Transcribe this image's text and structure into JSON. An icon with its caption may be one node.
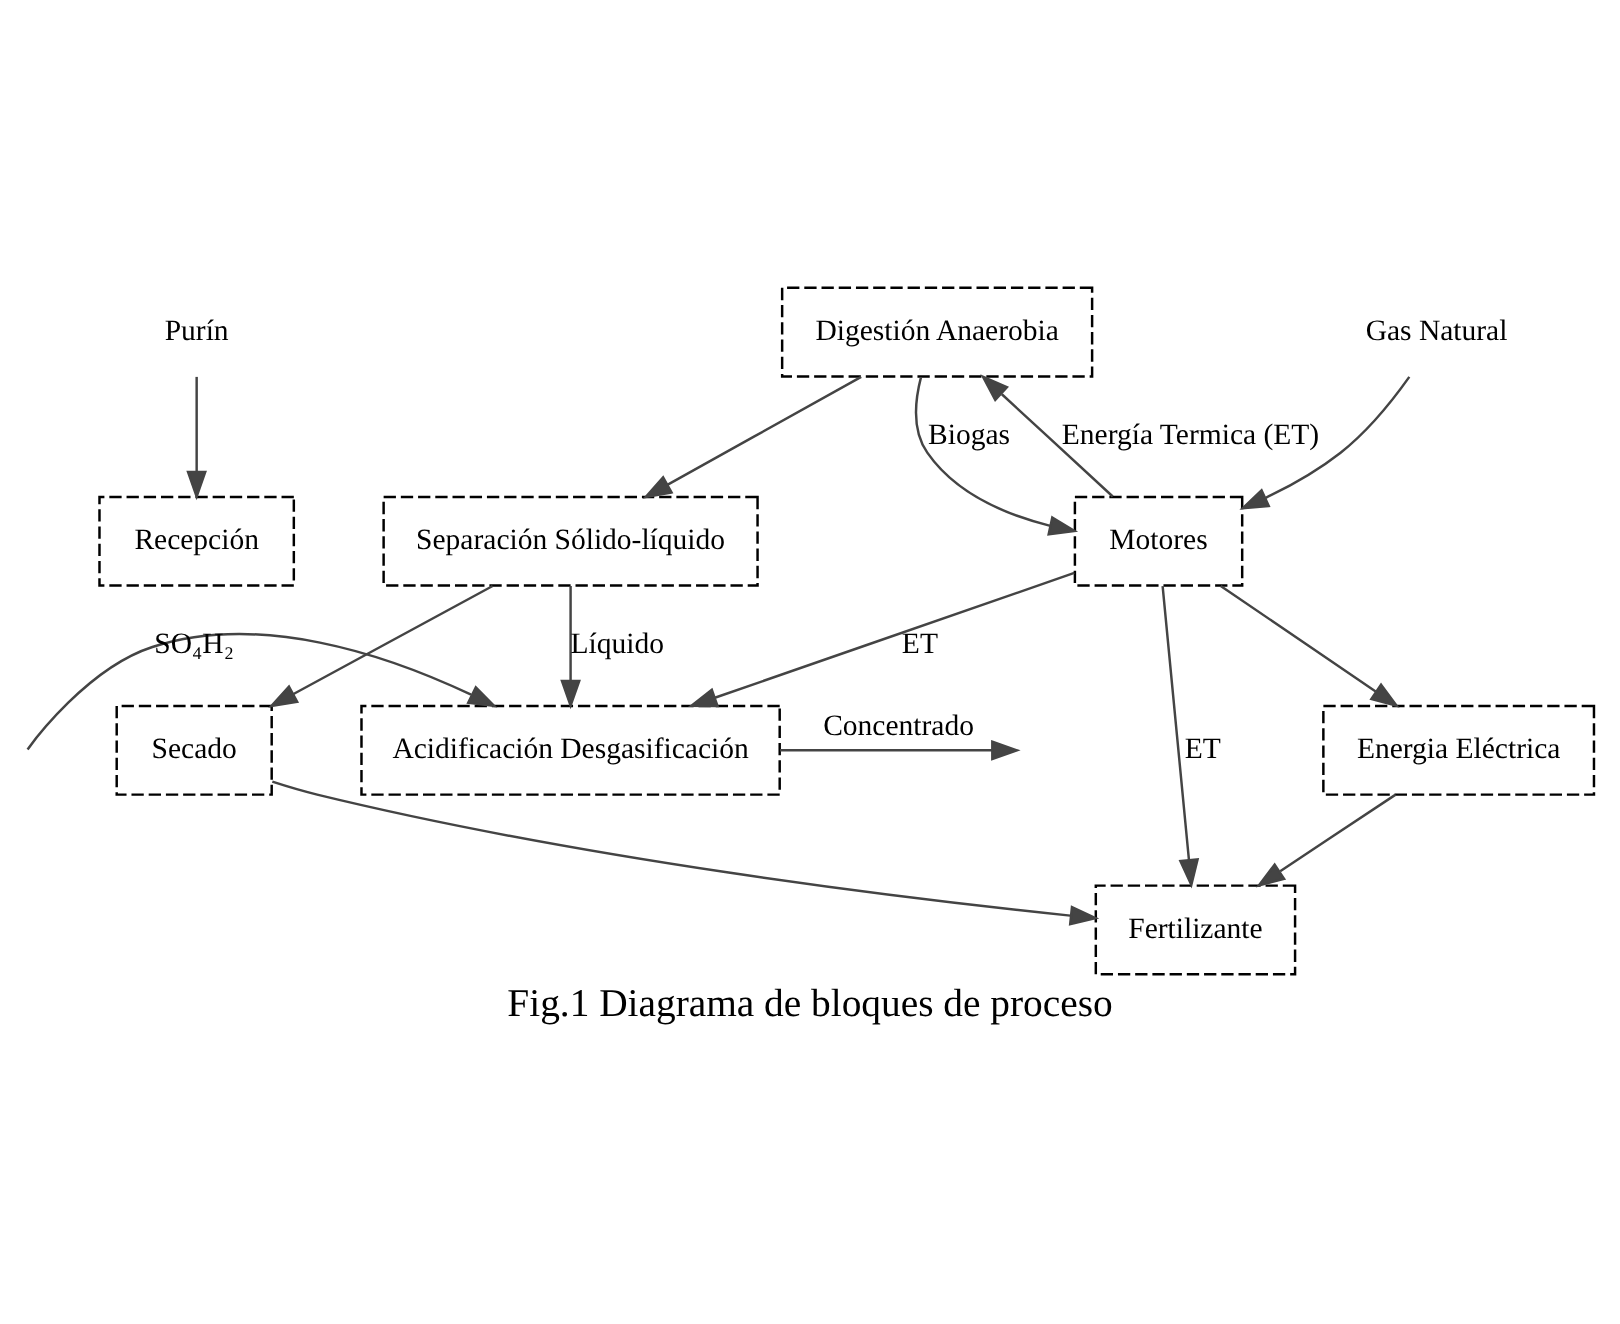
{
  "diagram": {
    "caption": "Fig.1 Diagrama de bloques de proceso",
    "nodes": [
      {
        "text": [
          "Recepción"
        ]
      },
      {
        "text": [
          "Digestión Anaerobia"
        ]
      },
      {
        "text": [
          "Separación Sólido-líquido"
        ]
      },
      {
        "text": [
          "Motores"
        ]
      },
      {
        "text": [
          "Acidificación Desgasificación"
        ]
      },
      {
        "text": [
          "Secado"
        ]
      },
      {
        "text": [
          "Energia Eléctrica"
        ]
      },
      {
        "text": [
          "Fertilizante"
        ]
      },
      {
        "text": [
          "Purín"
        ]
      },
      {
        "text": [
          "Gas Natural"
        ]
      }
    ],
    "edges": [
      {
        "from": 8,
        "to": 0,
        "arrow": "to"
      },
      {
        "from": 1,
        "to": 3,
        "arrow": "to",
        "label": "Biogas"
      },
      {
        "from": 9,
        "to": 3,
        "arrow": "to"
      },
      {
        "from": 3,
        "to": 1,
        "arrow": "to",
        "label": "Energía Termica (ET)"
      },
      {
        "from": 1,
        "to": 2,
        "arrow": "to"
      },
      {
        "from": 2,
        "to": 5,
        "arrow": "to"
      },
      {
        "from": 2,
        "to": 4,
        "arrow": "to",
        "label": "Líquido"
      },
      {
        "from": 3,
        "to": 4,
        "arrow": "to",
        "label": "ET"
      },
      {
        "from": null,
        "to": 4,
        "arrow": "to",
        "label": "SO₄H₂"
      },
      {
        "from": 4,
        "to": null,
        "arrow": "to",
        "label": "Concentrado"
      },
      {
        "from": 3,
        "to": 6,
        "arrow": "to"
      },
      {
        "from": 3,
        "to": 7,
        "arrow": "to",
        "label": "ET"
      },
      {
        "from": 6,
        "to": 7,
        "arrow": "to"
      },
      {
        "from": 5,
        "to": 7,
        "arrow": "to"
      }
    ]
  }
}
